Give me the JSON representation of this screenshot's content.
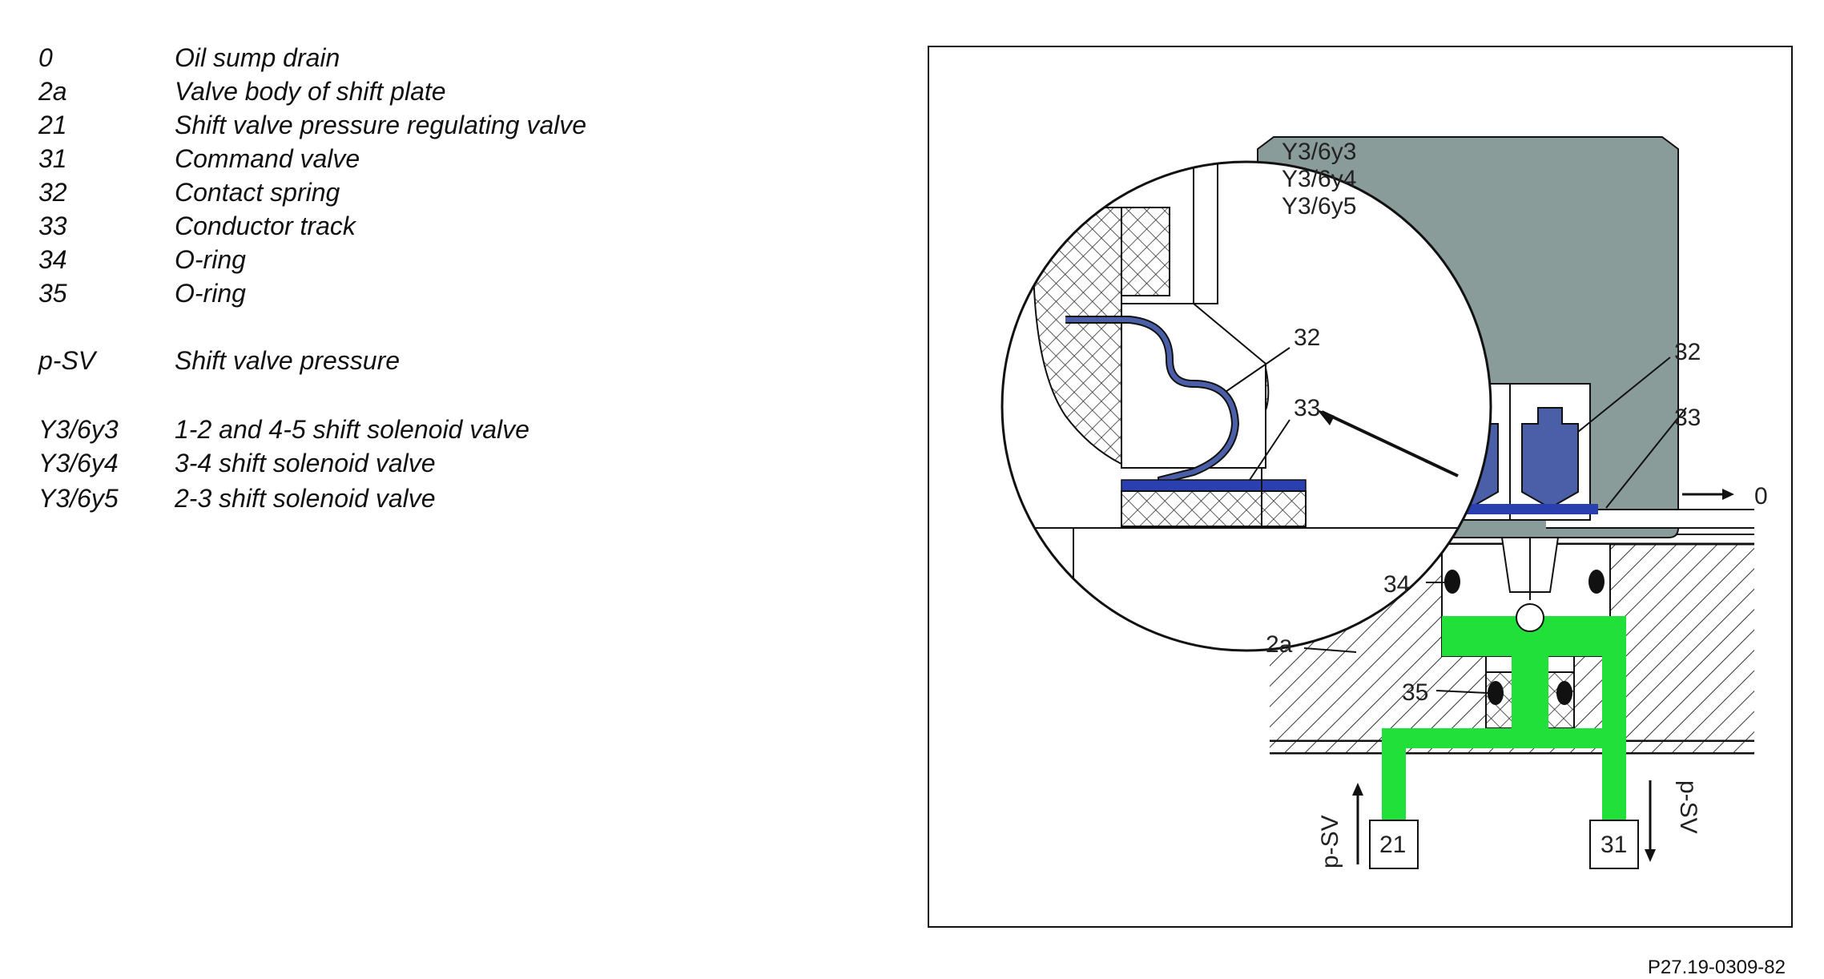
{
  "legend": [
    {
      "key": "0",
      "desc": "Oil sump drain"
    },
    {
      "key": "2a",
      "desc": "Valve body of shift plate"
    },
    {
      "key": "21",
      "desc": "Shift valve pressure regulating valve"
    },
    {
      "key": "31",
      "desc": "Command valve"
    },
    {
      "key": "32",
      "desc": "Contact spring"
    },
    {
      "key": "33",
      "desc": "Conductor track"
    },
    {
      "key": "34",
      "desc": "O-ring"
    },
    {
      "key": "35",
      "desc": "O-ring"
    },
    {
      "key": "p-SV",
      "desc": "Shift valve pressure"
    },
    {
      "key": "Y3/6y3",
      "desc": "1-2 and 4-5 shift solenoid valve"
    },
    {
      "key": "Y3/6y4",
      "desc": "3-4 shift solenoid valve"
    },
    {
      "key": "Y3/6y5",
      "desc": "2-3 shift solenoid valve"
    }
  ],
  "diagram": {
    "solenoid_labels": [
      "Y3/6y3",
      "Y3/6y4",
      "Y3/6y5"
    ],
    "callouts": {
      "spring_detail": "32",
      "track_detail": "33",
      "spring": "32",
      "track": "33",
      "drain": "0",
      "oring_upper": "34",
      "valve_body": "2a",
      "oring_lower": "35",
      "port_left": "21",
      "port_right": "31",
      "pressure_left": "p-SV",
      "pressure_right": "p-SV"
    },
    "colors": {
      "solenoid_body": "#8a9c9a",
      "valve_core": "#4a5fa8",
      "conductor": "#2a3fb0",
      "oil_channel": "#22e03a",
      "outline": "#111111"
    }
  },
  "figure_id": "P27.19-0309-82"
}
